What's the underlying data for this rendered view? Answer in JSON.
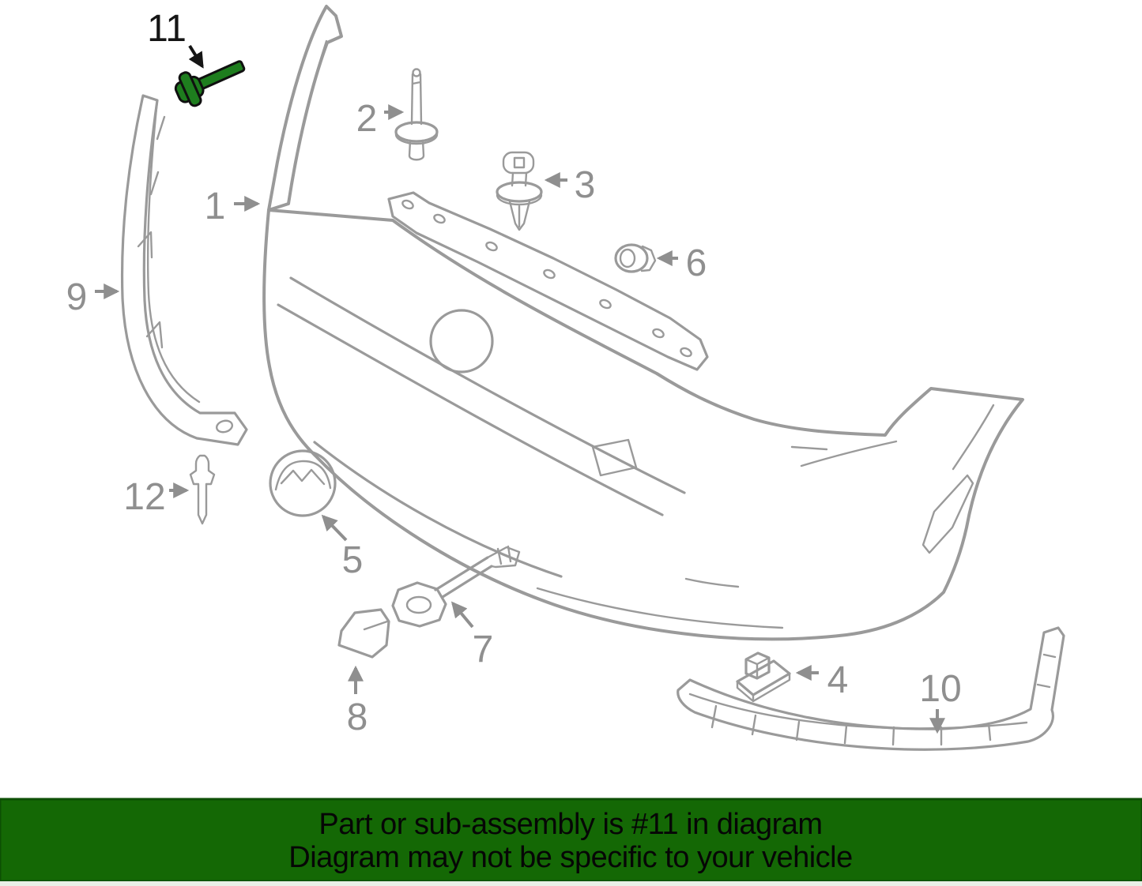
{
  "banner": {
    "line1": "Part or sub-assembly is #11 in diagram",
    "line2": "Diagram may not be specific to your vehicle",
    "background_color": "#146805",
    "border_color": "#0d4f04",
    "text_color": "#060606"
  },
  "diagram": {
    "line_color": "#9a9a9a",
    "label_color": "#8f8f8f",
    "background_color": "#ffffff",
    "highlight": {
      "part_number": "11",
      "fill_color": "#1e7d1e",
      "outline_color": "#101010",
      "label_color": "#151515"
    },
    "callouts": [
      {
        "number": "1"
      },
      {
        "number": "2"
      },
      {
        "number": "3"
      },
      {
        "number": "4"
      },
      {
        "number": "5"
      },
      {
        "number": "6"
      },
      {
        "number": "7"
      },
      {
        "number": "8"
      },
      {
        "number": "9"
      },
      {
        "number": "10"
      },
      {
        "number": "11"
      },
      {
        "number": "12"
      }
    ]
  }
}
